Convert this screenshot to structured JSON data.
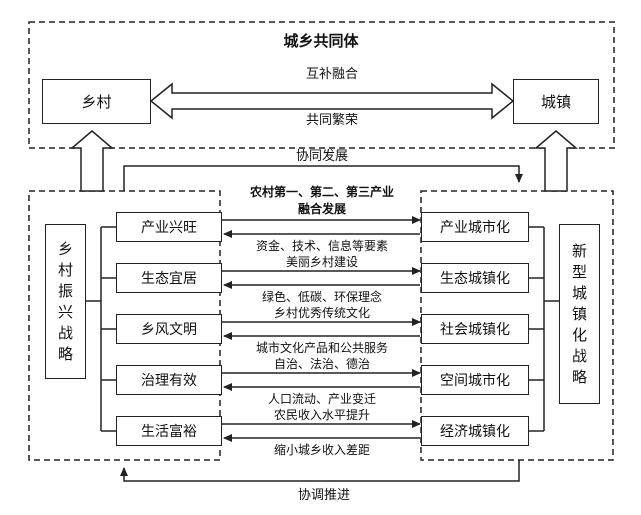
{
  "top": {
    "title": "城乡共同体",
    "left_box": "乡村",
    "right_box": "城镇",
    "arrow_top_label": "互补融合",
    "arrow_bottom_label": "共同繁荣"
  },
  "middle_label_top": "协同发展",
  "middle_label_bottom": "协调推进",
  "left": {
    "strategy": [
      "乡",
      "村",
      "振",
      "兴",
      "战",
      "略"
    ],
    "items": [
      "产业兴旺",
      "生态宜居",
      "乡风文明",
      "治理有效",
      "生活富裕"
    ]
  },
  "right": {
    "strategy": [
      "新",
      "型",
      "城",
      "镇",
      "化",
      "战",
      "略"
    ],
    "items": [
      "产业城市化",
      "生态城镇化",
      "社会城镇化",
      "空间城市化",
      "经济城镇化"
    ]
  },
  "links": [
    {
      "above": "农村第一、第二、第三产业",
      "above2": "融合发展",
      "below": "资金、技术、信息等要素"
    },
    {
      "above": "美丽乡村建设",
      "below": "绿色、低碳、环保理念"
    },
    {
      "above": "乡村优秀传统文化",
      "below": "城市文化产品和公共服务"
    },
    {
      "above": "自治、法治、德治",
      "below": "人口流动、产业变迁"
    },
    {
      "above": "农民收入水平提升",
      "below": "缩小城乡收入差距"
    }
  ]
}
